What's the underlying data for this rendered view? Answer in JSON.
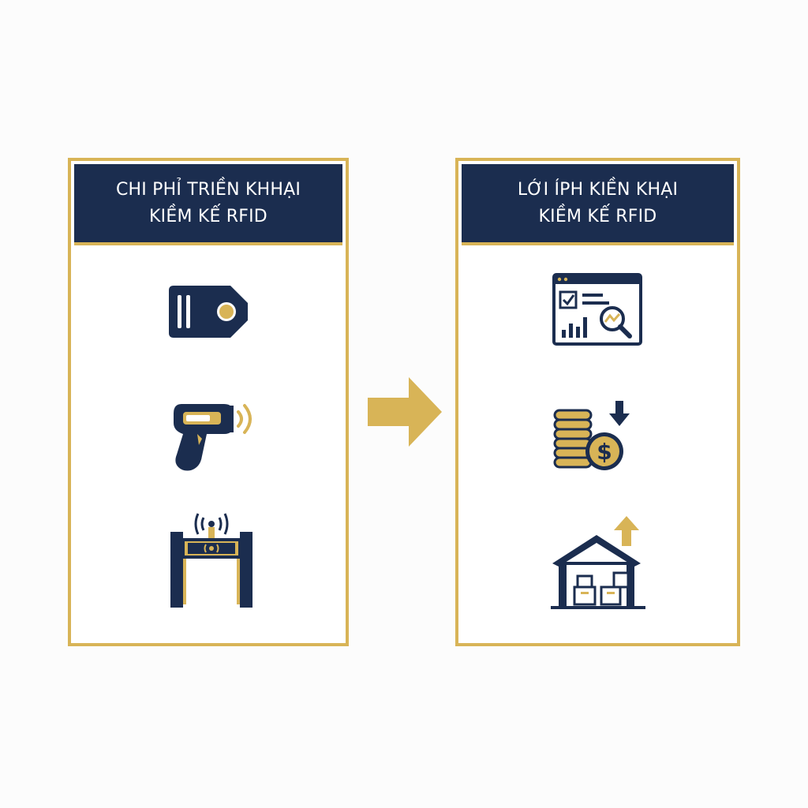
{
  "left_panel": {
    "title_line1": "CHI PHỈ TRIỀN KHHẠI",
    "title_line2": "KIỀM KẾ RFID",
    "icons": [
      "rfid-tag-icon",
      "rfid-scanner-icon",
      "rfid-gate-icon"
    ]
  },
  "right_panel": {
    "title_line1": "LỚI ÍPH KIỀN KHẠI",
    "title_line2": "KIỀM KẾ RFID",
    "icons": [
      "analytics-dashboard-icon",
      "cost-reduction-icon",
      "warehouse-growth-icon"
    ]
  },
  "colors": {
    "navy": "#1b2d4f",
    "gold": "#d8b457",
    "background": "#fcfcfc"
  }
}
